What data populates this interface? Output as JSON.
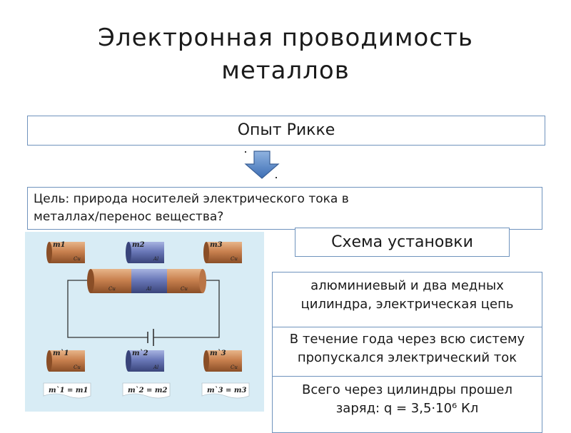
{
  "slide": {
    "title_line1": "Электронная проводимость",
    "title_line2": "металлов",
    "experiment": "Опыт Рикке",
    "goal_line1": "Цель: природа носителей электрического тока в",
    "goal_line2": "металлах/перенос вещества?",
    "scheme_title": "Схема установки",
    "info1": "алюминиевый и два медных цилиндра, электрическая цепь",
    "info2": "В течение года через всю систему пропускался электрический ток",
    "info3": "Всего через цилиндры прошел заряд: q = 3,5·10⁶ Кл"
  },
  "diagram": {
    "top_masses": [
      "m1",
      "m2",
      "m3"
    ],
    "top_metals": [
      "Cu",
      "Al",
      "Cu"
    ],
    "main_metals": [
      "Cu",
      "Al",
      "Cu"
    ],
    "bottom_masses": [
      "m`1",
      "m`2",
      "m`3"
    ],
    "bottom_metals": [
      "Cu",
      "Al",
      "Cu"
    ],
    "equations": [
      "m`1 = m1",
      "m`2 = m2",
      "m`3 = m3"
    ],
    "colors": {
      "copper": "#c9814f",
      "aluminum": "#6a78b8",
      "background": "#d8ecf5",
      "wire": "#333333"
    }
  }
}
